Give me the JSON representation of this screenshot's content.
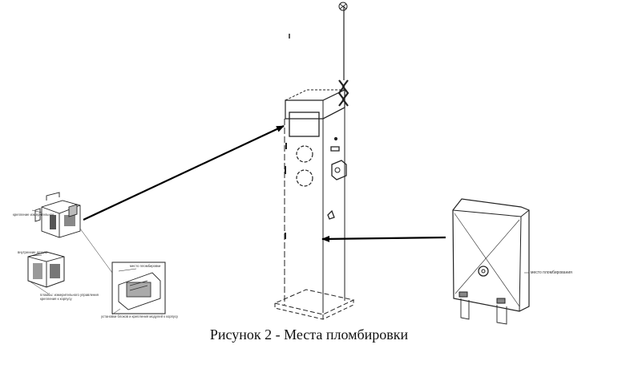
{
  "figure": {
    "caption": "Рисунок 2 - Места пломбировки"
  },
  "callouts": {
    "left_group_top": "крепление измерительное",
    "left_group_mid": "внутренние детали",
    "left_group_bottom1": "пломбы: измерительного управления",
    "left_group_bottom2": "крепления к корпусу",
    "box_label_top": "место пломбировки",
    "box_label_bottom": "установки блоков и крепления модулей к корпусу",
    "right_box_label": "место пломбирования"
  }
}
